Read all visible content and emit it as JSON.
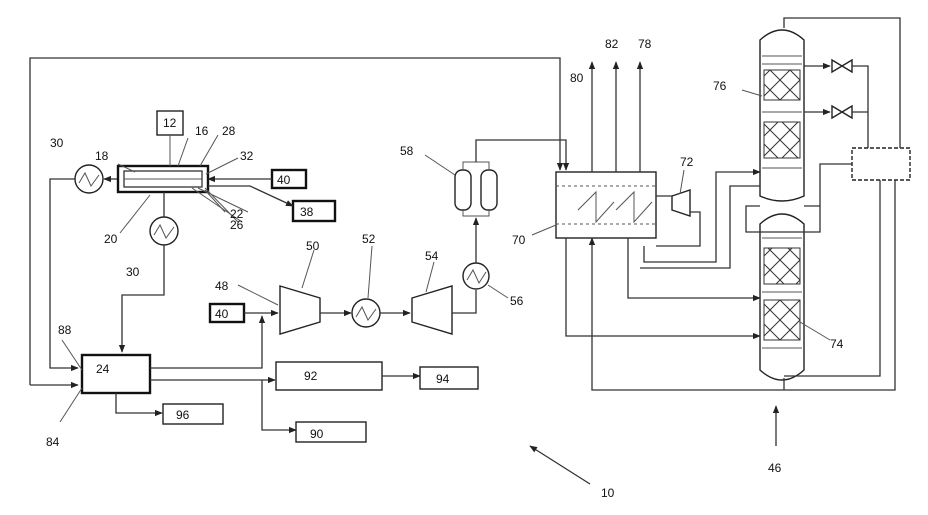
{
  "diagram": {
    "labels": {
      "n10": "10",
      "n12": "12",
      "n16": "16",
      "n18": "18",
      "n20": "20",
      "n22": "22",
      "n24": "24",
      "n26": "26",
      "n28": "28",
      "n30a": "30",
      "n30b": "30",
      "n32": "32",
      "n38": "38",
      "n40a": "40",
      "n40b": "40",
      "n46": "46",
      "n48": "48",
      "n50": "50",
      "n52": "52",
      "n54": "54",
      "n56": "56",
      "n58": "58",
      "n70": "70",
      "n72": "72",
      "n74": "74",
      "n76": "76",
      "n78": "78",
      "n80": "80",
      "n82": "82",
      "n84": "84",
      "n88": "88",
      "n90": "90",
      "n92": "92",
      "n94": "94",
      "n96": "96"
    }
  }
}
